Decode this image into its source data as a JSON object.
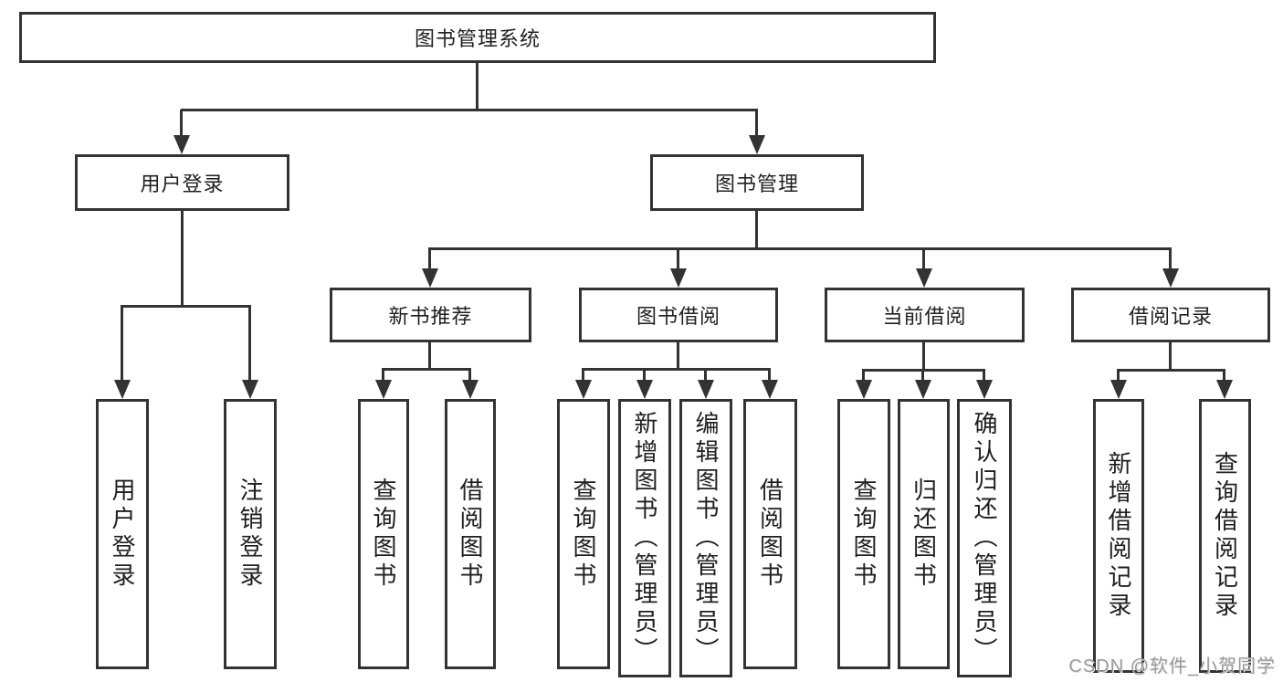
{
  "tree": {
    "label": "图书管理系统",
    "children": [
      {
        "label": "用户登录",
        "children": [
          {
            "label": "用户登录"
          },
          {
            "label": "注销登录"
          }
        ]
      },
      {
        "label": "图书管理",
        "children": [
          {
            "label": "新书推荐",
            "children": [
              {
                "label": "查询图书"
              },
              {
                "label": "借阅图书"
              }
            ]
          },
          {
            "label": "图书借阅",
            "children": [
              {
                "label": "查询图书"
              },
              {
                "label": "新增图书（管理员）"
              },
              {
                "label": "编辑图书（管理员）"
              },
              {
                "label": "借阅图书"
              }
            ]
          },
          {
            "label": "当前借阅",
            "children": [
              {
                "label": "查询图书"
              },
              {
                "label": "归还图书"
              },
              {
                "label": "确认归还（管理员）"
              }
            ]
          },
          {
            "label": "借阅记录",
            "children": [
              {
                "label": "新增借阅记录"
              },
              {
                "label": "查询借阅记录"
              }
            ]
          }
        ]
      }
    ]
  },
  "watermark": "CSDN @软件_小贺同学",
  "colors": {
    "line": "#333333",
    "box_border": "#333333",
    "text": "#1f1f1f",
    "background": "#ffffff",
    "watermark": "#9a9a9a"
  }
}
